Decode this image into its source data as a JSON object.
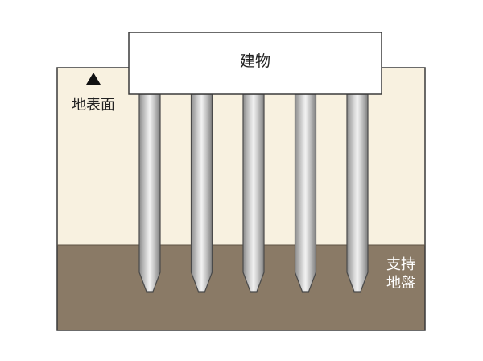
{
  "building": {
    "label": "建物"
  },
  "ground_surface": {
    "label": "地表面",
    "marker": "triangle-up-icon"
  },
  "bearing_layer": {
    "label_line1": "支持",
    "label_line2": "地盤"
  },
  "piles": {
    "count": 5
  },
  "colors": {
    "soil": "#f8f1e0",
    "bearing": "#8a7a66",
    "outline": "#3a3a3a",
    "building": "#ffffff",
    "pile_dark": "#8c8c8c",
    "pile_light": "#f2f2f2",
    "bearing_text": "#ffffff"
  }
}
